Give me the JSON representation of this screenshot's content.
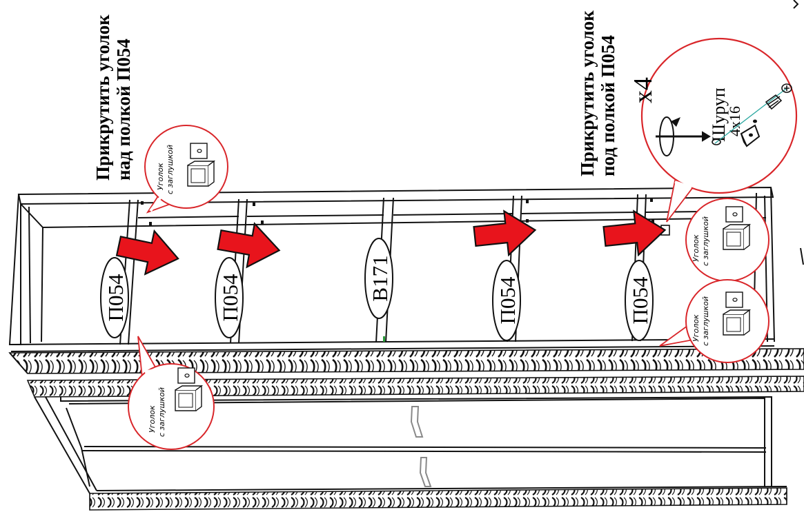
{
  "instructions": {
    "left": {
      "line1": "Прикрутить уголок",
      "line2": "над полкой П054"
    },
    "right": {
      "line1": "Прикрутить уголок",
      "line2": "под полкой П054"
    }
  },
  "parts": [
    "П054",
    "П054",
    "В171",
    "П054",
    "П054"
  ],
  "corner_callouts": [
    {
      "line1": "Уголок",
      "line2": "с заглушкой"
    },
    {
      "line1": "Уголок",
      "line2": "с заглушкой"
    },
    {
      "line1": "Уголок",
      "line2": "с заглушкой"
    },
    {
      "line1": "Уголок",
      "line2": "с заглушкой"
    }
  ],
  "screw_callout": {
    "quantity": "x4",
    "name": "Шуруп",
    "size": "4x16"
  },
  "colors": {
    "arrow": "#e8141c",
    "callout_border": "#d9262a",
    "line": "#111111"
  },
  "icons": [
    "push-arrow",
    "corner-bracket",
    "screwdriver-rotation",
    "screw"
  ]
}
